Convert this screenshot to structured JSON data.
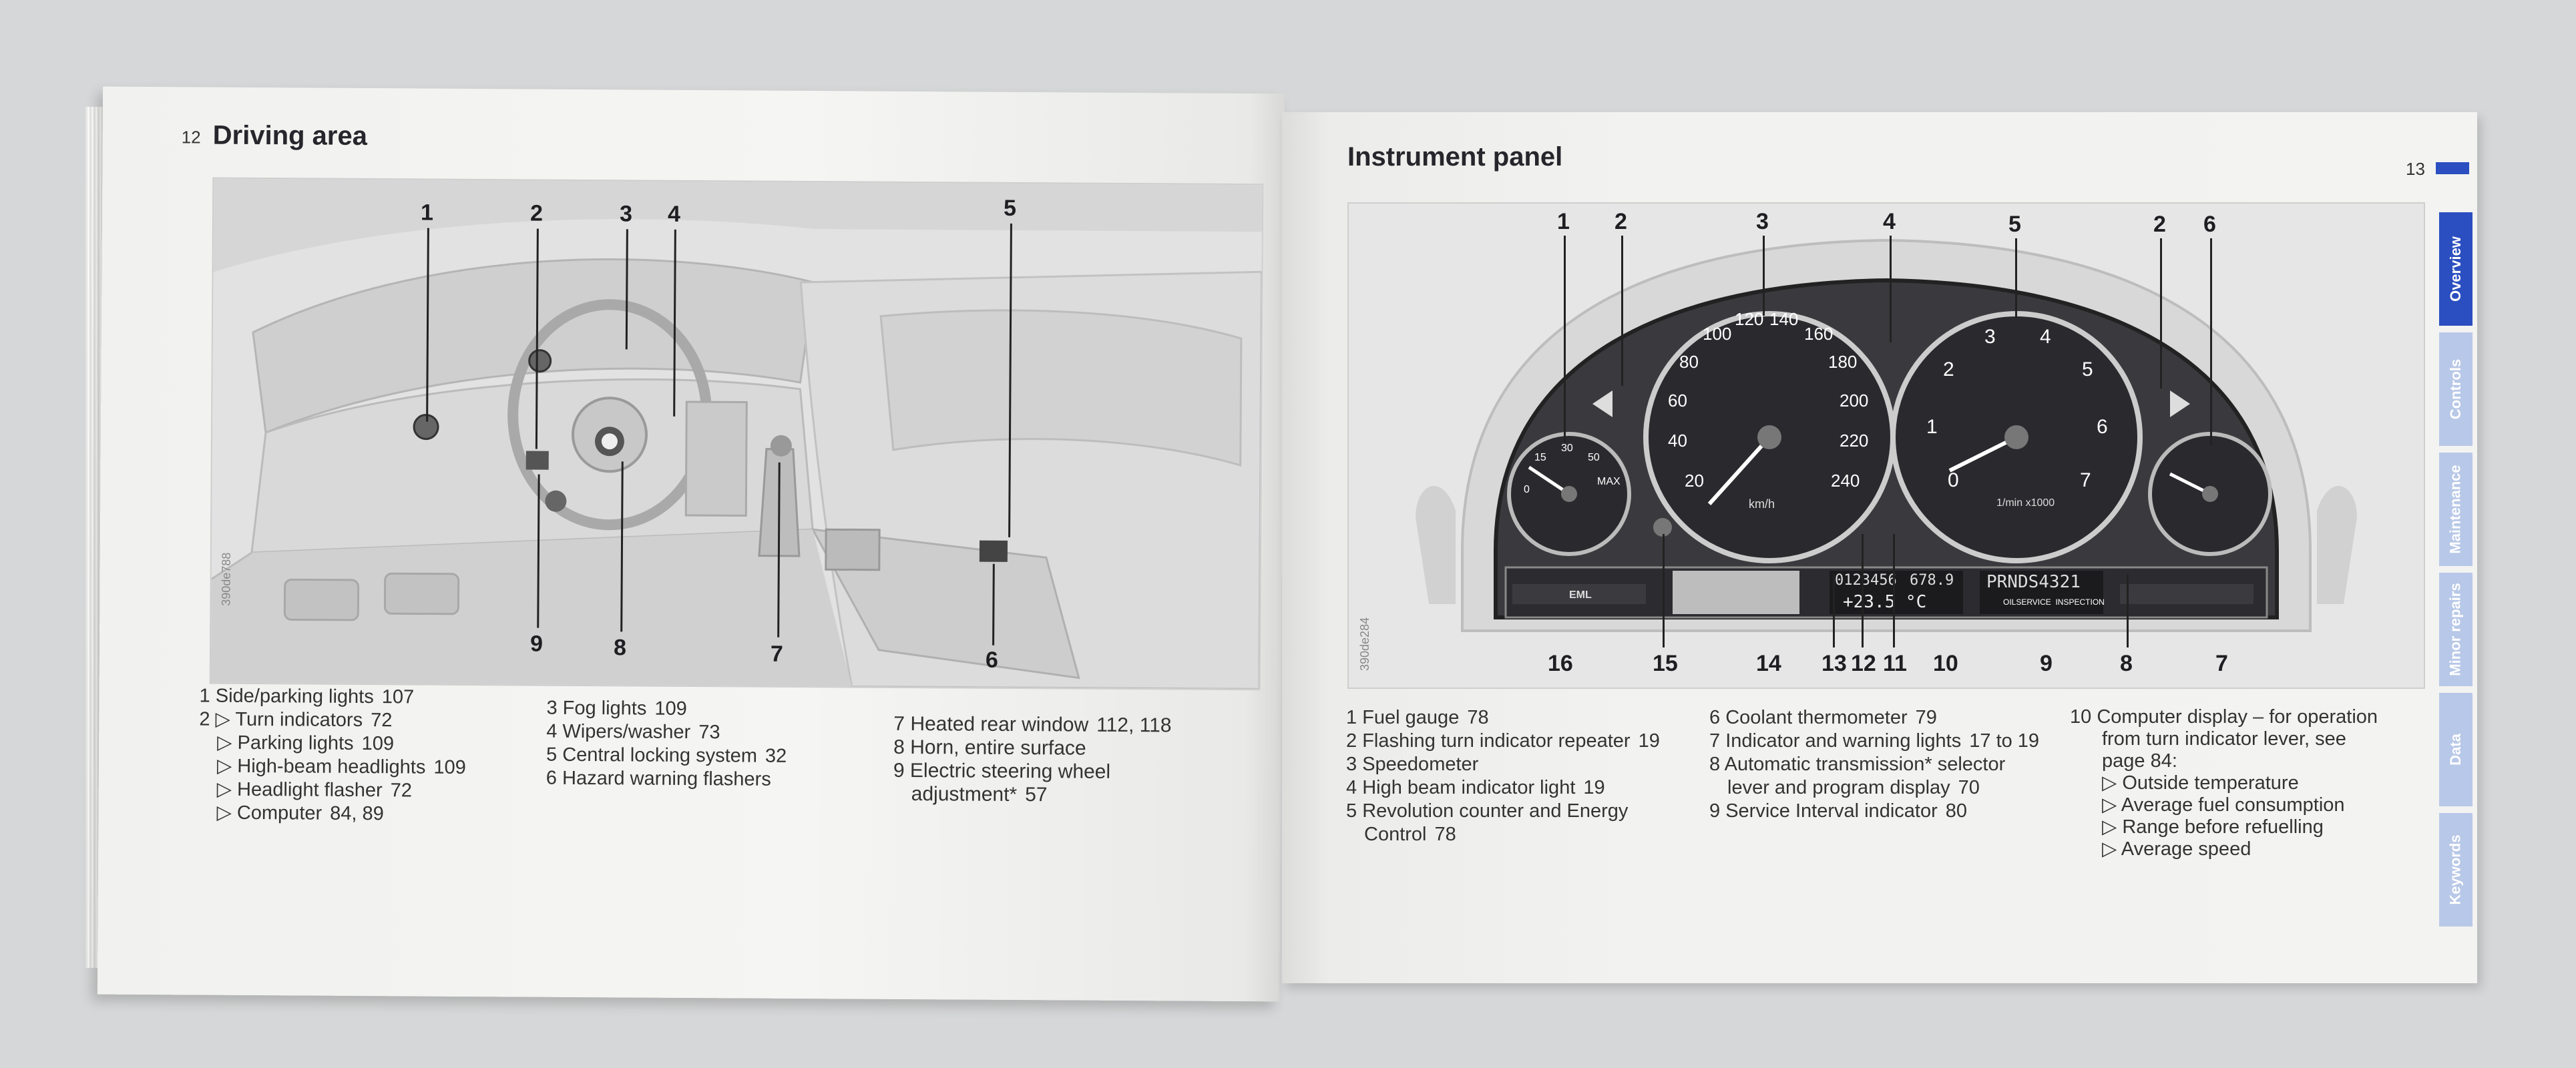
{
  "left_page": {
    "page_number": "12",
    "title": "Driving area",
    "figure_id": "390de788",
    "callouts": [
      "1",
      "2",
      "3",
      "4",
      "5",
      "9",
      "8",
      "7",
      "6"
    ],
    "legend_col1": [
      {
        "num": "1",
        "text": "Side/parking lights",
        "ref": "107"
      },
      {
        "num": "2",
        "text": "▷ Turn indicators",
        "ref": "72"
      },
      {
        "num": "",
        "text": "▷ Parking lights",
        "ref": "109"
      },
      {
        "num": "",
        "text": "▷ High-beam headlights",
        "ref": "109"
      },
      {
        "num": "",
        "text": "▷ Headlight flasher",
        "ref": "72"
      },
      {
        "num": "",
        "text": "▷ Computer",
        "ref": "84, 89"
      }
    ],
    "legend_col2": [
      {
        "num": "3",
        "text": "Fog lights",
        "ref": "109"
      },
      {
        "num": "4",
        "text": "Wipers/washer",
        "ref": "73"
      },
      {
        "num": "5",
        "text": "Central locking system",
        "ref": "32"
      },
      {
        "num": "6",
        "text": "Hazard warning flashers",
        "ref": ""
      }
    ],
    "legend_col3": [
      {
        "num": "7",
        "text": "Heated rear window",
        "ref": "112, 118"
      },
      {
        "num": "8",
        "text": "Horn, entire surface",
        "ref": ""
      },
      {
        "num": "9",
        "text": "Electric steering wheel",
        "ref": ""
      },
      {
        "num": "",
        "text": "adjustment*",
        "ref": "57"
      }
    ]
  },
  "right_page": {
    "page_number": "13",
    "title": "Instrument panel",
    "figure_id": "390de284",
    "top_callouts": [
      "1",
      "2",
      "3",
      "4",
      "5",
      "2",
      "6"
    ],
    "bottom_callouts": [
      "16",
      "15",
      "14",
      "13",
      "12",
      "11",
      "10",
      "9",
      "8",
      "7"
    ],
    "gauge_labels": {
      "speedometer_ticks": [
        "20",
        "40",
        "60",
        "80",
        "100",
        "120",
        "140",
        "160",
        "180",
        "200",
        "220",
        "240"
      ],
      "speed_unit": "km/h",
      "tacho_ticks": [
        "0",
        "1",
        "2",
        "3",
        "4",
        "5",
        "6",
        "7"
      ],
      "tacho_unit": "1/min x1000",
      "fuel_ticks": [
        "0",
        "15",
        "30",
        "50",
        "MAX"
      ]
    },
    "display": {
      "odometer": "0123456",
      "trip": "678.9",
      "temperature": "+23.5 °C",
      "gear_display": "PRNDS4321",
      "service": "OILSERVICE  INSPECTION",
      "eml": "EML"
    },
    "legend_col1": [
      {
        "num": "1",
        "text": "Fuel gauge",
        "ref": "78"
      },
      {
        "num": "2",
        "text": "Flashing turn indicator repeater",
        "ref": "19"
      },
      {
        "num": "3",
        "text": "Speedometer",
        "ref": ""
      },
      {
        "num": "4",
        "text": "High beam indicator light",
        "ref": "19"
      },
      {
        "num": "5",
        "text": "Revolution counter and Energy",
        "ref": ""
      },
      {
        "num": "",
        "text": "Control",
        "ref": "78"
      }
    ],
    "legend_col2": [
      {
        "num": "6",
        "text": "Coolant thermometer",
        "ref": "79"
      },
      {
        "num": "7",
        "text": "Indicator and warning lights",
        "ref": "17 to 19"
      },
      {
        "num": "8",
        "text": "Automatic transmission* selector",
        "ref": ""
      },
      {
        "num": "",
        "text": "lever and program display",
        "ref": "70"
      },
      {
        "num": "9",
        "text": "Service Interval indicator",
        "ref": "80"
      }
    ],
    "legend_col3": [
      {
        "num": "10",
        "text": "Computer display – for operation",
        "ref": ""
      },
      {
        "num": "",
        "text": "from turn indicator lever, see",
        "ref": ""
      },
      {
        "num": "",
        "text": "page 84:",
        "ref": ""
      },
      {
        "num": "",
        "text": "▷ Outside temperature",
        "ref": ""
      },
      {
        "num": "",
        "text": "▷ Average fuel consumption",
        "ref": ""
      },
      {
        "num": "",
        "text": "▷ Range before refuelling",
        "ref": ""
      },
      {
        "num": "",
        "text": "▷ Average speed",
        "ref": ""
      }
    ]
  },
  "side_tabs": [
    "Overview",
    "Controls",
    "Maintenance",
    "Minor repairs",
    "Data",
    "Keywords"
  ],
  "colors": {
    "tab_active": "#2b4fc0",
    "tab_inactive": "#b8c8e8",
    "paper": "#f3f3f1"
  }
}
